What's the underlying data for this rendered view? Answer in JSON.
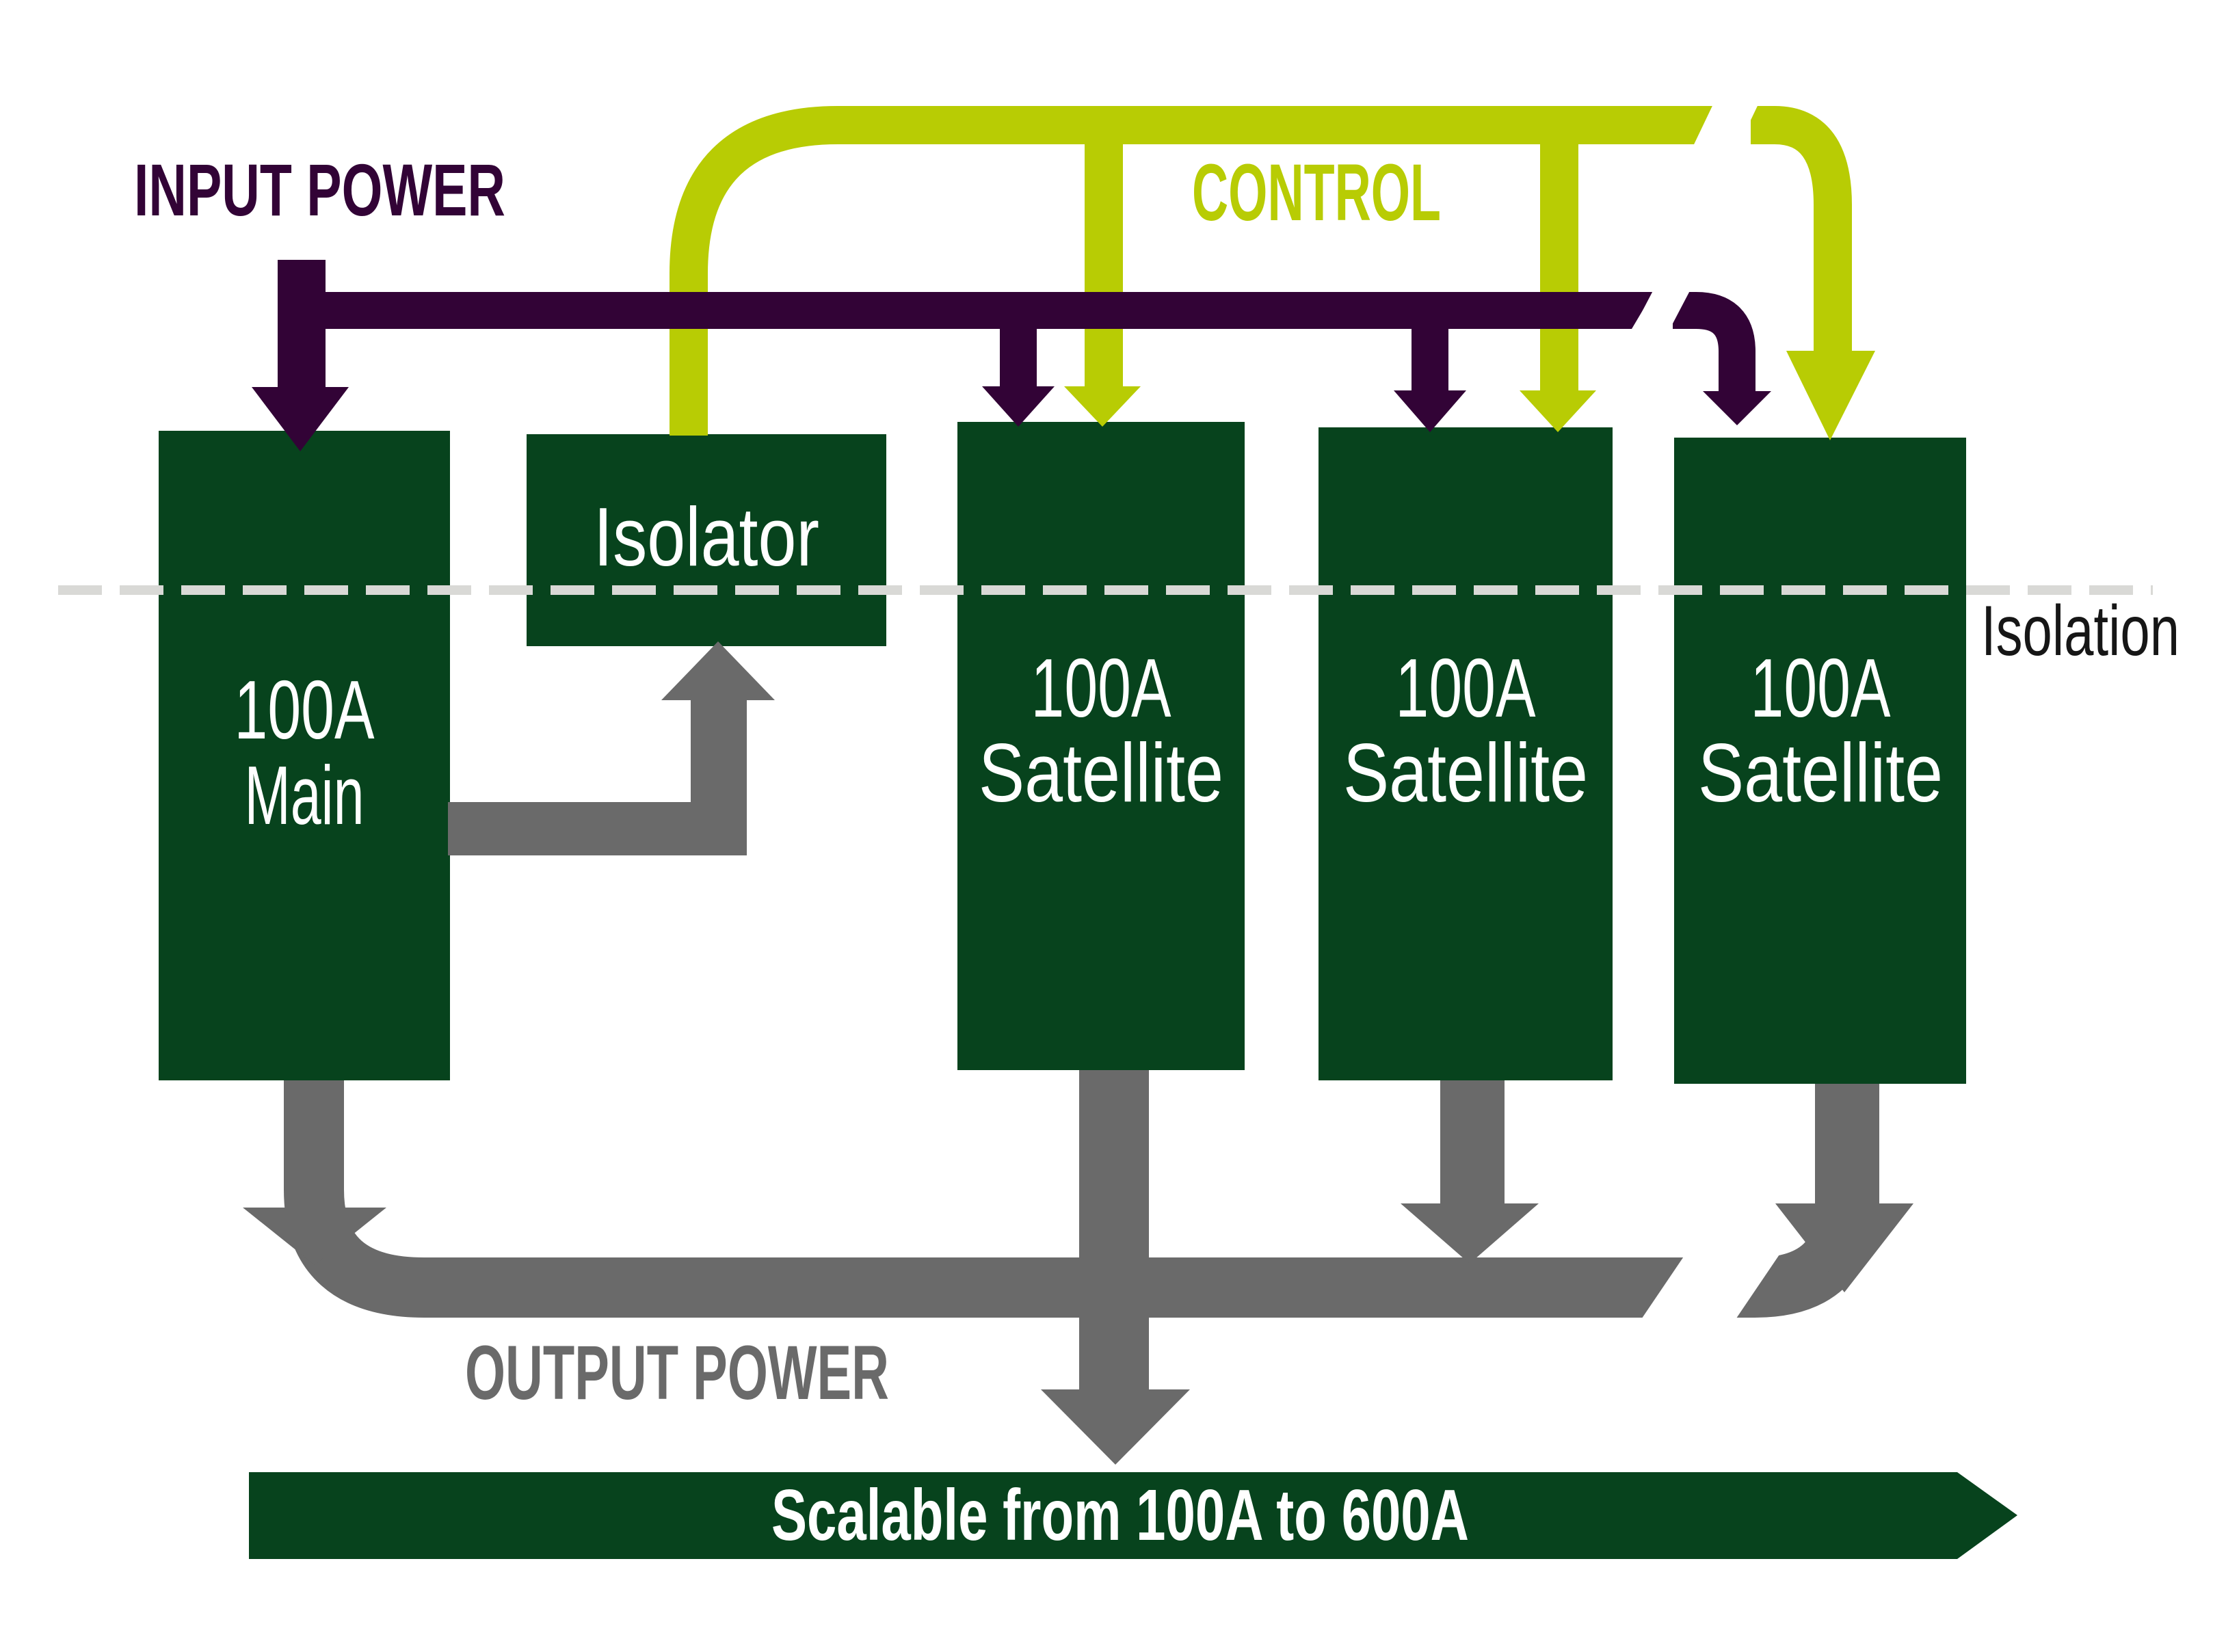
{
  "diagram": {
    "labels": {
      "input_power": "INPUT POWER",
      "control": "CONTROL",
      "isolation": "Isolation",
      "output_power": "OUTPUT POWER"
    },
    "boxes": {
      "main": {
        "line1": "100A",
        "line2": "Main"
      },
      "isolator": {
        "label": "Isolator"
      },
      "satellites": [
        {
          "line1": "100A",
          "line2": "Satellite"
        },
        {
          "line1": "100A",
          "line2": "Satellite"
        },
        {
          "line1": "100A",
          "line2": "Satellite"
        }
      ]
    },
    "banner": {
      "label": "Scalable from 100A to 600A"
    },
    "colors": {
      "box_green": "#07431d",
      "banner_green": "#07431d",
      "purple": "#320336",
      "lime": "#b8cc04",
      "gray": "#6a6a6a",
      "dash_gray": "#d9d9d6",
      "label_black": "#161616",
      "text_white": "#ffffff"
    }
  }
}
